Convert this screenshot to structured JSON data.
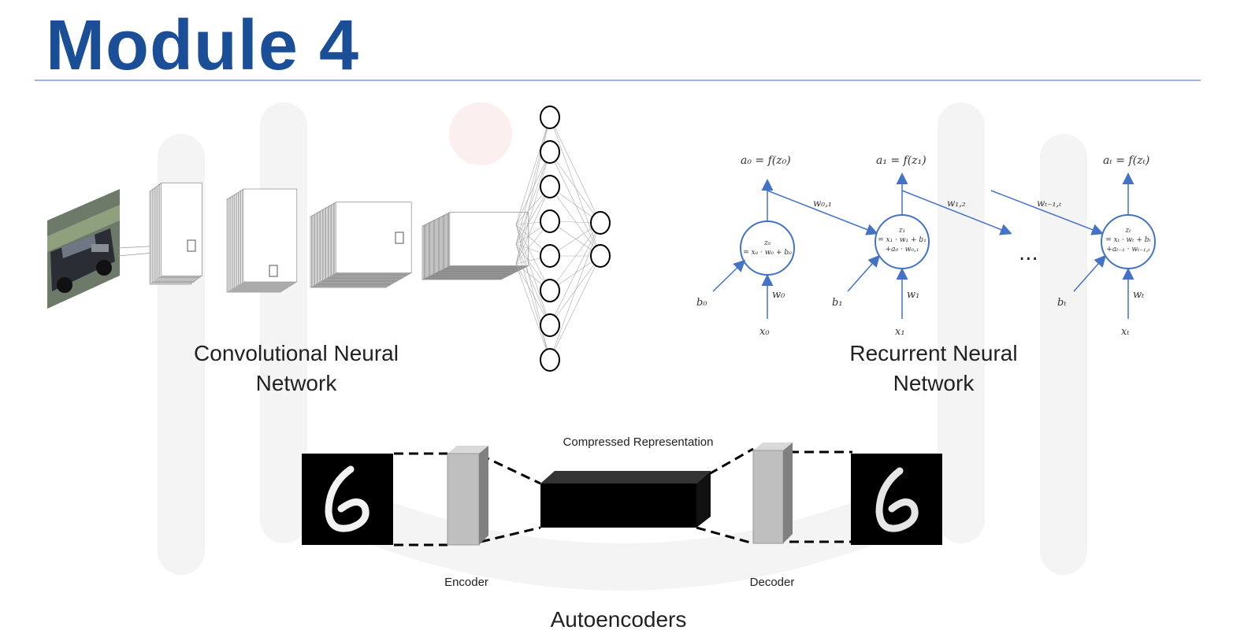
{
  "slide": {
    "title": "Module 4"
  },
  "cnn": {
    "caption_line1": "Convolutional Neural",
    "caption_line2": "Network"
  },
  "rnn": {
    "caption_line1": "Recurrent Neural",
    "caption_line2": "Network",
    "outputs": [
      "a₀ = f(z₀)",
      "a₁ = f(z₁)",
      "aₜ = f(zₜ)"
    ],
    "weights_recurrent": [
      "w₀,₁",
      "w₁,₂",
      "wₜ₋₁,ₜ"
    ],
    "biases": [
      "b₀",
      "b₁",
      "bₜ"
    ],
    "weights_input": [
      "w₀",
      "w₁",
      "wₜ"
    ],
    "inputs": [
      "x₀",
      "x₁",
      "xₜ"
    ],
    "ellipsis": "...",
    "cell0": [
      "z₀",
      "= x₀ · w₀ + b₀"
    ],
    "cell1": [
      "z₁",
      "= x₁ · w₁ + b₁",
      "+a₀ · w₀,₁"
    ],
    "cellt": [
      "zₜ",
      "= xₜ · wₜ + bₜ",
      "+aₜ₋₁ · wₜ₋₁,ₜ"
    ]
  },
  "autoencoder": {
    "compressed_label": "Compressed Representation",
    "encoder_label": "Encoder",
    "decoder_label": "Decoder",
    "caption": "Autoencoders",
    "digit": "6"
  },
  "colors": {
    "title": "#1a4e96",
    "rule": "#9fb6dc",
    "rnn_blue": "#4472c4"
  }
}
